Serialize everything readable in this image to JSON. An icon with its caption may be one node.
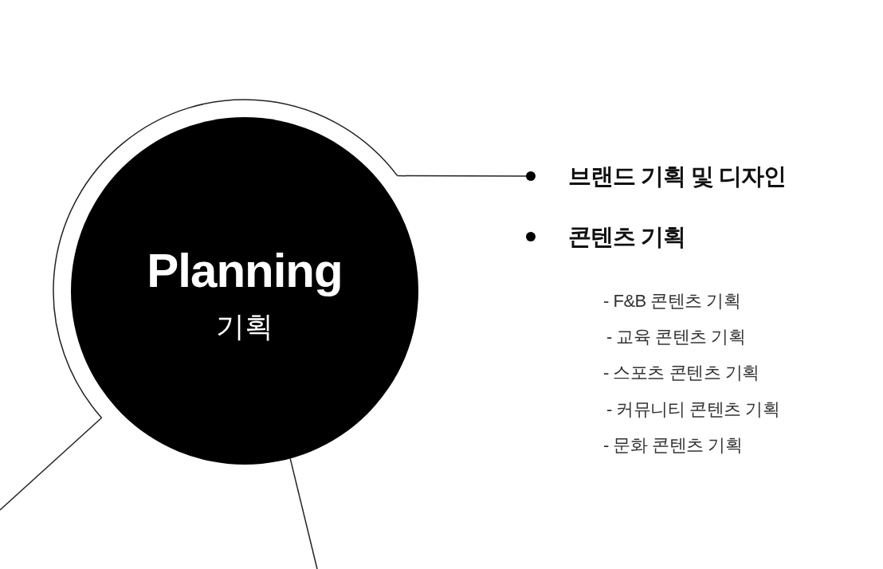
{
  "diagram": {
    "nodes": [
      {
        "text": [
          "Planning",
          "기획"
        ]
      },
      {
        "text": [
          "브랜드 기획 및 디자인"
        ]
      }
    ],
    "edges": [
      {
        "from": 0,
        "to": 1,
        "arrow": "none"
      },
      {
        "from": 0,
        "to": null,
        "arrow": "none"
      },
      {
        "from": 0,
        "to": null,
        "arrow": "none"
      }
    ],
    "labels": [
      "콘텐츠 기획",
      "- F&B 콘텐츠 기획",
      "- 교육 콘텐츠 기획",
      "- 스포츠 콘텐츠 기획",
      "- 커뮤니티 콘텐츠 기획",
      "- 문화 콘텐츠 기획"
    ]
  }
}
